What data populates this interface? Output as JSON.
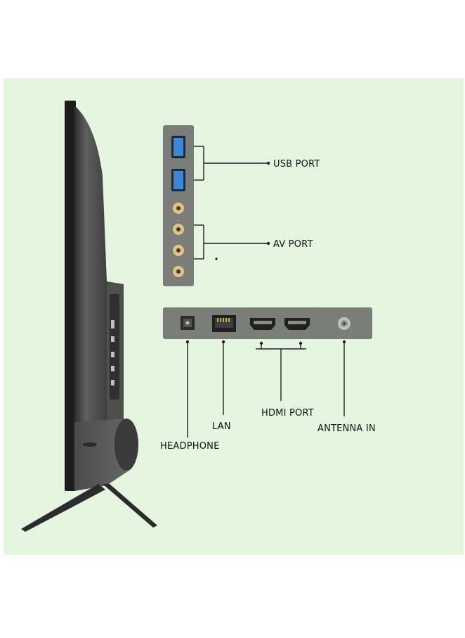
{
  "labels": {
    "usb_port": "USB PORT",
    "av_port": "AV PORT",
    "headphone": "HEADPHONE",
    "lan": "LAN",
    "hdmi_port": "HDMI PORT",
    "antenna_in": "ANTENNA IN"
  },
  "colors": {
    "background": "#e4f5e0",
    "panel": "#7a7d78",
    "usb_blue": "#3f86d6",
    "rca_gold": "#e3c383",
    "line": "#222222",
    "tv_body": "#5a5c5a"
  }
}
